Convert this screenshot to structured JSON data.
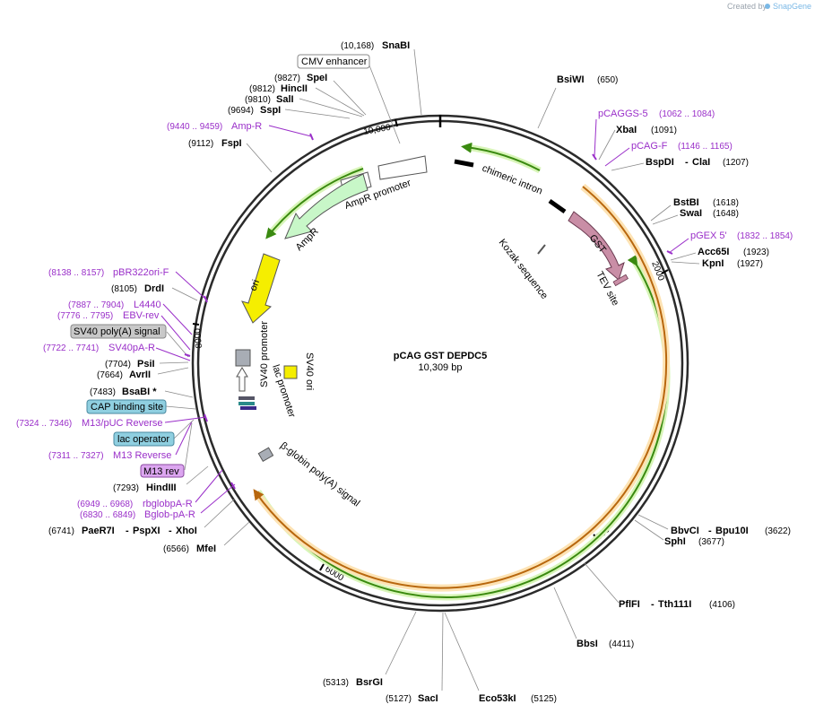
{
  "credit": {
    "prefix": "Created by",
    "brand": "SnapGene"
  },
  "plasmid": {
    "name": "pCAG GST DEPDC5",
    "size": "10,309 bp"
  },
  "ticks": [
    "10,000",
    "2000",
    "4000",
    "6000",
    "8000"
  ],
  "enzymes": {
    "snabi": {
      "name": "SnaBI",
      "pos": "(10,168)"
    },
    "spei": {
      "name": "SpeI",
      "pos": "(9827)"
    },
    "hincii": {
      "name": "HincII",
      "pos": "(9812)"
    },
    "sali": {
      "name": "SalI",
      "pos": "(9810)"
    },
    "sspi": {
      "name": "SspI",
      "pos": "(9694)"
    },
    "fspi": {
      "name": "FspI",
      "pos": "(9112)"
    },
    "bsiwi": {
      "name": "BsiWI",
      "pos": "(650)"
    },
    "xbai": {
      "name": "XbaI",
      "pos": "(1091)"
    },
    "bspdi": {
      "name": "BspDI",
      "name2": "ClaI",
      "pos": "(1207)"
    },
    "bstbi": {
      "name": "BstBI",
      "pos": "(1618)"
    },
    "swai": {
      "name": "SwaI",
      "pos": "(1648)"
    },
    "acc65i": {
      "name": "Acc65I",
      "pos": "(1923)"
    },
    "kpni": {
      "name": "KpnI",
      "pos": "(1927)"
    },
    "bbvci": {
      "name": "BbvCI",
      "name2": "Bpu10I",
      "pos": "(3622)"
    },
    "sphi": {
      "name": "SphI",
      "pos": "(3677)"
    },
    "pflfi": {
      "name": "PflFI",
      "name2": "Tth111I",
      "pos": "(4106)"
    },
    "bbsi": {
      "name": "BbsI",
      "pos": "(4411)"
    },
    "eco53ki": {
      "name": "Eco53kI",
      "pos": "(5125)"
    },
    "saci": {
      "name": "SacI",
      "pos": "(5127)"
    },
    "bsrgi": {
      "name": "BsrGI",
      "pos": "(5313)"
    },
    "mfei": {
      "name": "MfeI",
      "pos": "(6566)"
    },
    "paer7i": {
      "name": "PaeR7I",
      "name2": "PspXI",
      "name3": "XhoI",
      "pos": "(6741)"
    },
    "hindiii": {
      "name": "HindIII",
      "pos": "(7293)"
    },
    "bsabi": {
      "name": "BsaBI *",
      "pos": "(7483)"
    },
    "avrii": {
      "name": "AvrII",
      "pos": "(7664)"
    },
    "psii": {
      "name": "PsiI",
      "pos": "(7704)"
    },
    "drdi": {
      "name": "DrdI",
      "pos": "(8105)"
    }
  },
  "primers": {
    "ampr": {
      "name": "Amp-R",
      "pos": "(9440 .. 9459)"
    },
    "pcaggs5": {
      "name": "pCAGGS-5",
      "pos": "(1062 .. 1084)"
    },
    "pcagf": {
      "name": "pCAG-F",
      "pos": "(1146 .. 1165)"
    },
    "pgex5": {
      "name": "pGEX 5'",
      "pos": "(1832 .. 1854)"
    },
    "pbr322": {
      "name": "pBR322ori-F",
      "pos": "(8138 .. 8157)"
    },
    "l4440": {
      "name": "L4440",
      "pos": "(7887 .. 7904)"
    },
    "ebvrev": {
      "name": "EBV-rev",
      "pos": "(7776 .. 7795)"
    },
    "sv40pa": {
      "name": "SV40pA-R",
      "pos": "(7722 .. 7741)"
    },
    "m13puc": {
      "name": "M13/pUC Reverse",
      "pos": "(7324 .. 7346)"
    },
    "m13rev": {
      "name": "M13 Reverse",
      "pos": "(7311 .. 7327)"
    },
    "rbglob": {
      "name": "rbglobpA-R",
      "pos": "(6949 .. 6968)"
    },
    "bglob": {
      "name": "Bglob-pA-R",
      "pos": "(6830 .. 6849)"
    }
  },
  "boxed": {
    "cmv": "CMV enhancer",
    "sv40polya": "SV40 poly(A) signal",
    "cap": "CAP binding site",
    "lacop": "lac operator",
    "m13rev": "M13 rev"
  },
  "features": {
    "chimeric": "chimeric intron",
    "gst": "GST",
    "kozak": "Kozak sequence",
    "tev": "TEV site",
    "amprpromoter": "AmpR promoter",
    "ampr": "AmpR",
    "ori": "ori",
    "sv40promoter": "SV40 promoter",
    "sv40ori": "SV40 ori",
    "lacpromoter": "lac promoter",
    "betaglobin": "β-globin poly(A) signal"
  },
  "colors": {
    "backbone": "#2b2b2b",
    "primer": "#9a2fc9",
    "ampr": "#c8f7c8",
    "ori": "#f5ee00",
    "gst": "#c98ea6",
    "cds_green": "#3a8a10",
    "cds_orange": "#b8670e",
    "cap_box": "#8fcfe0",
    "m13_box": "#dca6f0",
    "gray_box": "#c8c8c8"
  }
}
